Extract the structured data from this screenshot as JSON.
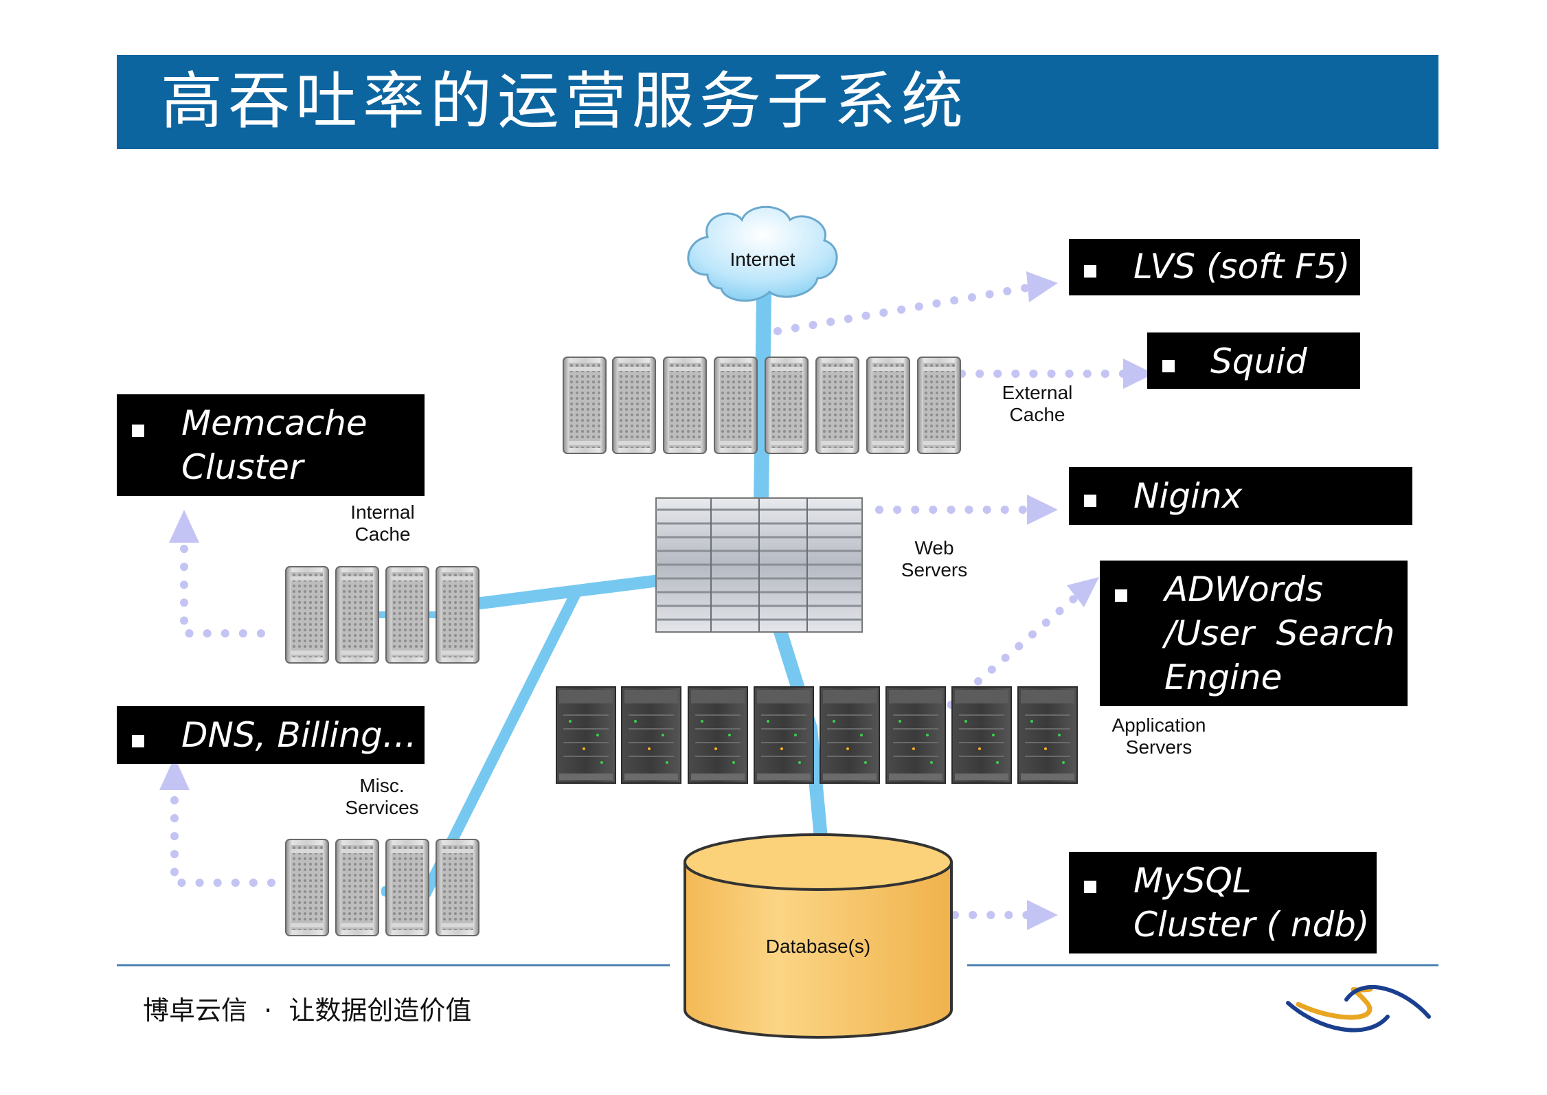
{
  "title": "高吞吐率的运营服务子系统",
  "nodes": {
    "internet": "Internet",
    "external_cache": "External\nCache",
    "web_servers": "Web\nServers",
    "internal_cache": "Internal\nCache",
    "application_servers": "Application\nServers",
    "misc_services": "Misc.\nServices",
    "database": "Database(s)"
  },
  "callouts": {
    "lvs": "LVS (soft F5)",
    "squid": "Squid",
    "memcache": "Memcache\nCluster",
    "niginx": "Niginx",
    "adwords": "ADWords\n/User  Search\nEngine",
    "dns": "DNS, Billing…",
    "mysql": "MySQL\nCluster ( ndb)"
  },
  "footer": "博卓云信  ·  让数据创造价值",
  "colors": {
    "title_bar": "#0d65a0",
    "connection": "#76c8f0",
    "dotted_arrow": "#c4c4f4",
    "database_fill": "#f8c870"
  }
}
